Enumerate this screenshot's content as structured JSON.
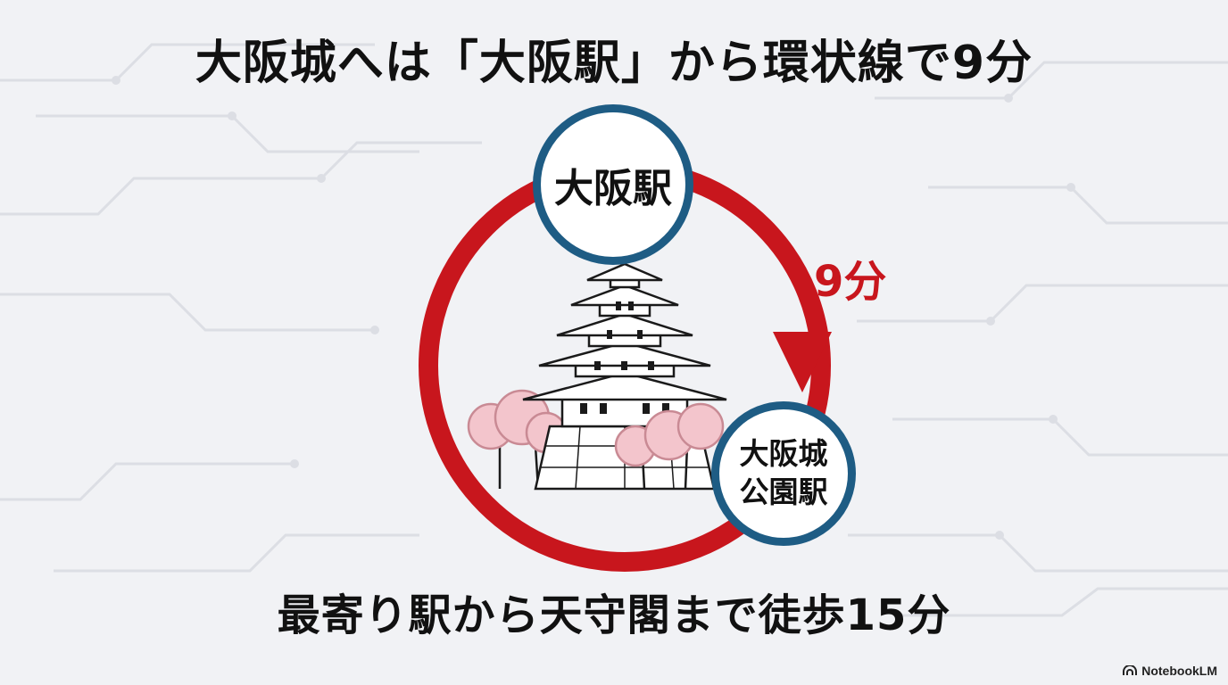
{
  "title": "大阪城へは「大阪駅」から環状線で9分",
  "footer_caption": "最寄り駅から天守閣まで徒歩15分",
  "route": {
    "origin_station": "大阪駅",
    "destination_station": {
      "line1": "大阪城",
      "line2": "公園駅"
    },
    "travel_time": "9分"
  },
  "brand": {
    "name": "NotebookLM",
    "icon": "notebooklm-logo-icon"
  },
  "colors": {
    "loop_red": "#c8161d",
    "station_ring_blue": "#1e5c84",
    "text_dark": "#111111",
    "sakura_pink": "#f3c5cc"
  }
}
